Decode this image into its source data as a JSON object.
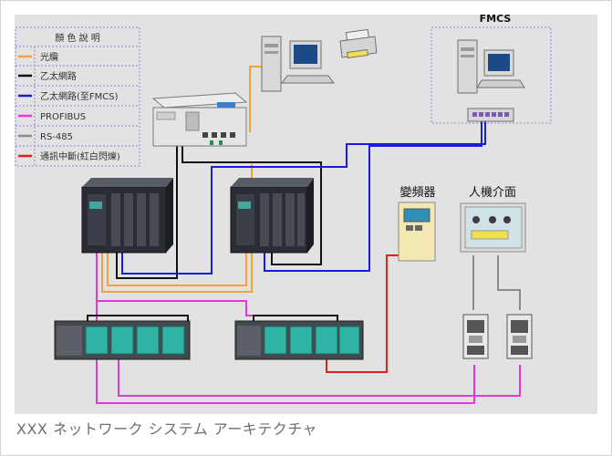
{
  "legend": {
    "title": "顏 色 說 明",
    "items": [
      {
        "label": "光纜",
        "color": "#f3a33a"
      },
      {
        "label": "乙太網路",
        "color": "#111111"
      },
      {
        "label": "乙太網路(至FMCS)",
        "color": "#1a1ae6"
      },
      {
        "label": "PROFIBUS",
        "color": "#e23ad9"
      },
      {
        "label": "RS-485",
        "color": "#8a8a8a"
      },
      {
        "label": "通訊中斷(紅白閃爍)",
        "color": "#e0201d"
      }
    ]
  },
  "labels": {
    "fmcs": "FMCS",
    "inverter": "變頻器",
    "hmi": "人機介面"
  },
  "caption": "XXX ネットワーク システム アーキテクチャ",
  "colors": {
    "background": "#e2e2e2",
    "legend_border": "#8a8ad8",
    "fiber": "#f3a33a",
    "ethernet": "#111111",
    "ethernet_fmcs": "#1a1ae6",
    "profibus": "#e23ad9",
    "rs485": "#8a8a8a",
    "fault": "#e0201d"
  }
}
